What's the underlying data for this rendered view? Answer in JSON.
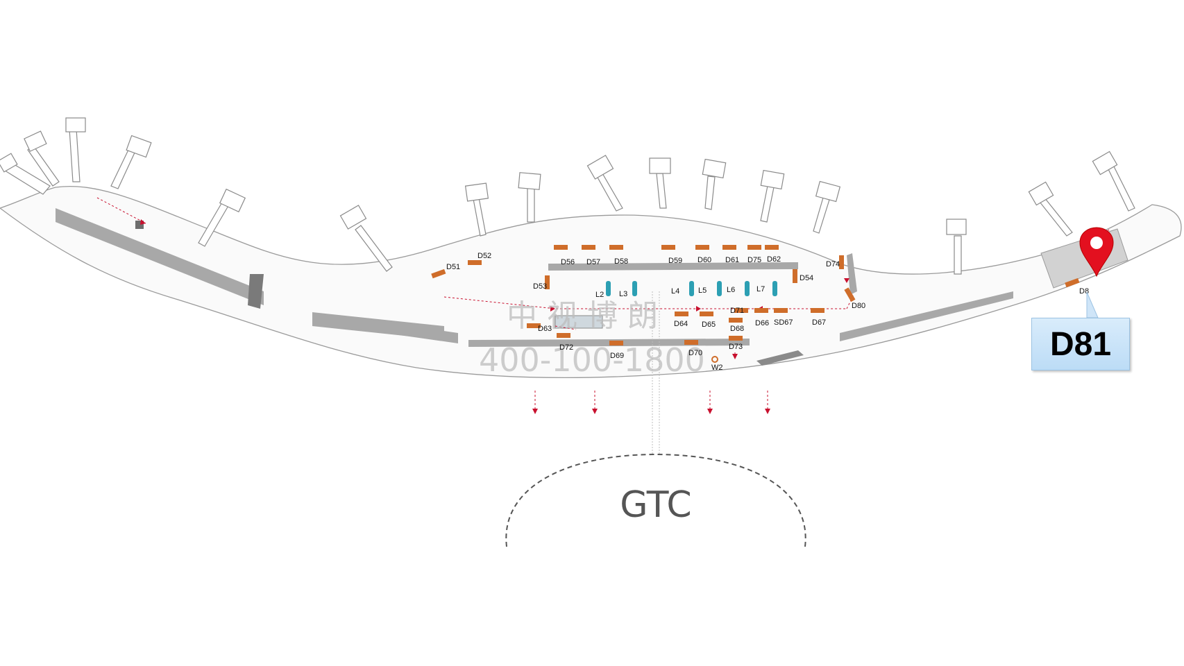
{
  "highlighted_gate": "D81",
  "hub_label": "GTC",
  "watermark": {
    "line1": "中 视 博 朗",
    "line2": "400-100-1800"
  },
  "gates_orange": [
    {
      "id": "D51"
    },
    {
      "id": "D52"
    },
    {
      "id": "D53"
    },
    {
      "id": "D54"
    },
    {
      "id": "D56"
    },
    {
      "id": "D57"
    },
    {
      "id": "D58"
    },
    {
      "id": "D59"
    },
    {
      "id": "D60"
    },
    {
      "id": "D61"
    },
    {
      "id": "D62"
    },
    {
      "id": "D63"
    },
    {
      "id": "D64"
    },
    {
      "id": "D65"
    },
    {
      "id": "D66"
    },
    {
      "id": "SD67"
    },
    {
      "id": "D67"
    },
    {
      "id": "D68"
    },
    {
      "id": "D69"
    },
    {
      "id": "D70"
    },
    {
      "id": "D71"
    },
    {
      "id": "D72"
    },
    {
      "id": "D73"
    },
    {
      "id": "D74"
    },
    {
      "id": "D75"
    },
    {
      "id": "D80"
    },
    {
      "id": "D8"
    }
  ],
  "lounges": [
    "L2",
    "L3",
    "L4",
    "L5",
    "L6",
    "L7"
  ],
  "other_labels": [
    "W2"
  ],
  "colors": {
    "orange": "#cf6d2a",
    "teal": "#2c9fb3",
    "arrow": "#c8102e",
    "pin": "#e3101f",
    "wall": "#9a9a9a",
    "gray_room": "#c8c8c8"
  }
}
